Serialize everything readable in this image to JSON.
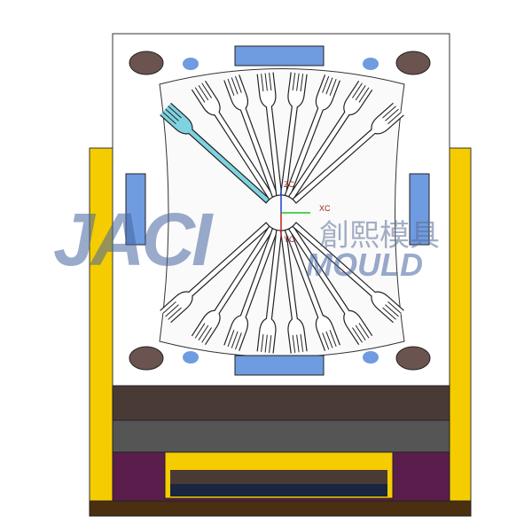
{
  "watermark": {
    "brand": "JACI",
    "subtitle": "MOULD",
    "chinese": "創熙模具"
  },
  "axis_labels": {
    "z": "ZC",
    "x": "XC",
    "y": "YC"
  },
  "forks": {
    "top_count": 8,
    "bottom_count": 8,
    "highlighted_color": "#7fd3e0"
  },
  "colors": {
    "rail": "#f5cc00",
    "plate_dark": "#4a3a36",
    "plate_gray": "#555555",
    "plate_purple": "#5a1d4c",
    "base": "#4a2f10",
    "insert_blue": "#6f9be0",
    "hole": "#6b5350"
  }
}
